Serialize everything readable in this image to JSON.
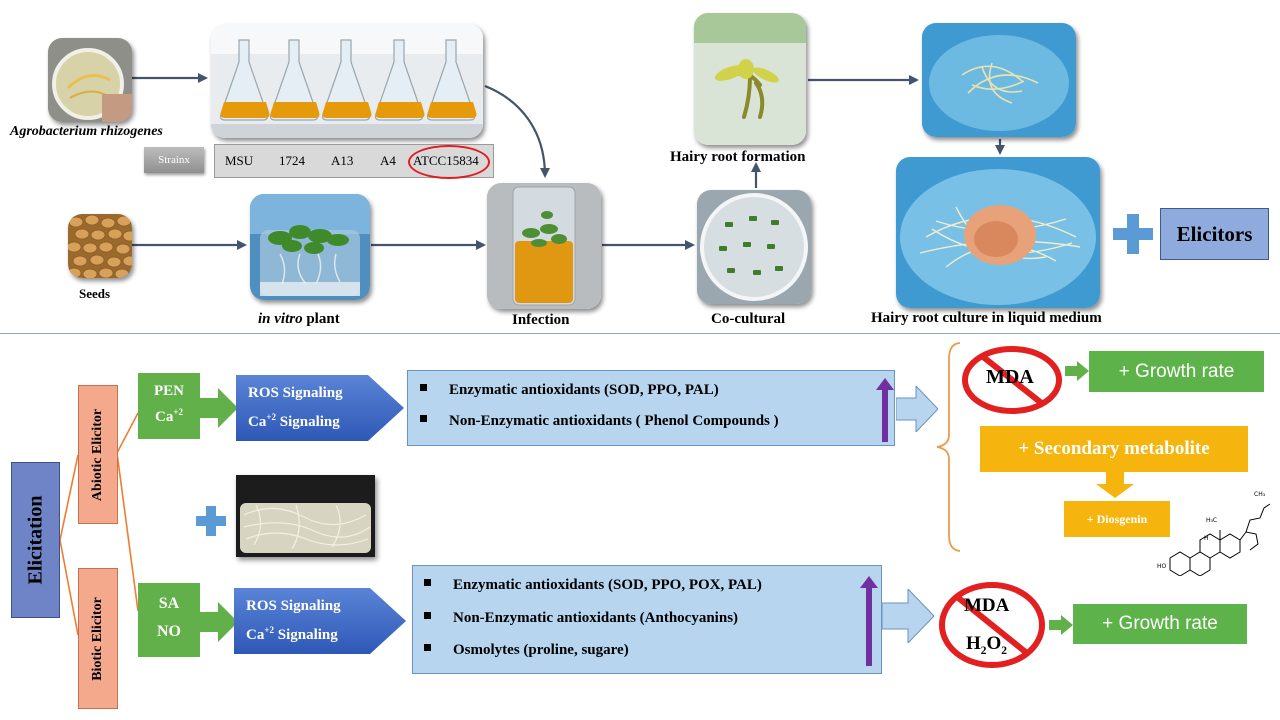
{
  "top": {
    "agrobacterium_label": "Agrobacterium rhizogenes",
    "strains_label": "Strainx",
    "strains": [
      "MSU",
      "1724",
      "A13",
      "A4",
      "ATCC15834"
    ],
    "seeds_label": "Seeds",
    "invitro_italic": "in vitro",
    "invitro_rest": " plant",
    "infection_label": "Infection",
    "cocultural_label": "Co-cultural",
    "hairy_root_formation_label": "Hairy root formation",
    "hairy_root_culture_label": "Hairy root culture in liquid medium",
    "elicitors_label": "Elicitors"
  },
  "bottom": {
    "elicitation_label": "Elicitation",
    "abiotic_label": "Abiotic Elicitor",
    "biotic_label": "Biotic Elicitor",
    "abiotic_agents": [
      "PEN",
      "Ca"
    ],
    "biotic_agents": [
      "SA",
      "NO"
    ],
    "charge": "+2",
    "ros_signaling": "ROS Signaling",
    "ca_signaling_base": "Ca",
    "ca_signaling_rest": " Signaling",
    "abiotic_effects": [
      "Enzymatic antioxidants (SOD, PPO, PAL)",
      "Non-Enzymatic antioxidants ( Phenol Compounds )"
    ],
    "biotic_effects": [
      "Enzymatic antioxidants (SOD, PPO, POX, PAL)",
      "Non-Enzymatic antioxidants (Anthocyanins)",
      "Osmolytes (proline, sugare)"
    ],
    "mda_label": "MDA",
    "h2o2_h": "H",
    "h2o2_2a": "2",
    "h2o2_o": "O",
    "h2o2_2b": "2",
    "growth_rate_label": "+ Growth rate",
    "secondary_metabolite_label": "+ Secondary metabolite",
    "diosgenin_label": "+ Diosgenin",
    "molecule_labels": [
      "H",
      "HO",
      "H₃C",
      "CH₃"
    ]
  },
  "colors": {
    "elicitation": "#6f84c6",
    "elicitor_box": "#f4a98d",
    "green": "#62b04a",
    "signal_blue": "#3e66c6",
    "light_blue": "#b7d5ee",
    "yellow": "#f5b50e",
    "purple_arrow": "#7030a0",
    "no_sign_red": "#e32020"
  }
}
